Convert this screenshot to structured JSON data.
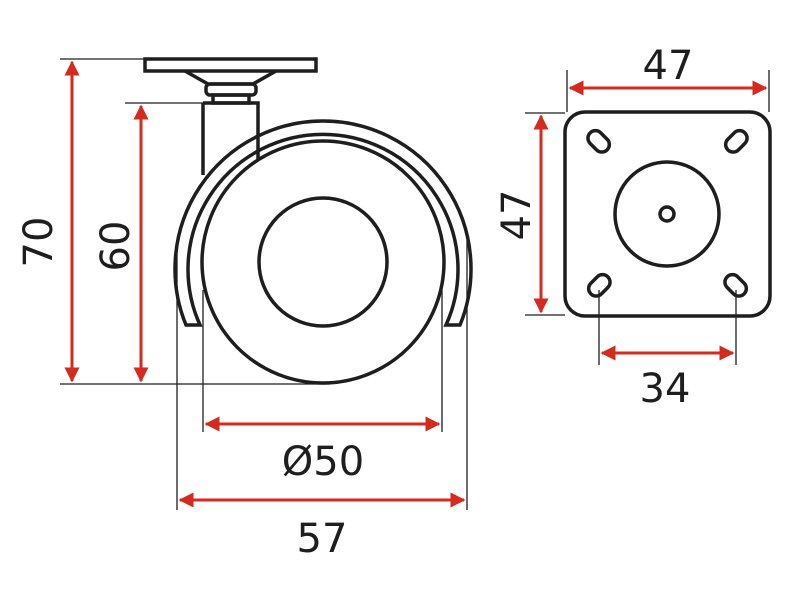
{
  "dimensions": {
    "plate_width": "47",
    "plate_height": "47",
    "hole_spacing": "34",
    "total_height": "70",
    "mount_height": "60",
    "wheel_diameter": "Ø50",
    "overall_width": "57"
  },
  "colors": {
    "dimension": "#d62a1e",
    "outline": "#1e1e1e"
  }
}
